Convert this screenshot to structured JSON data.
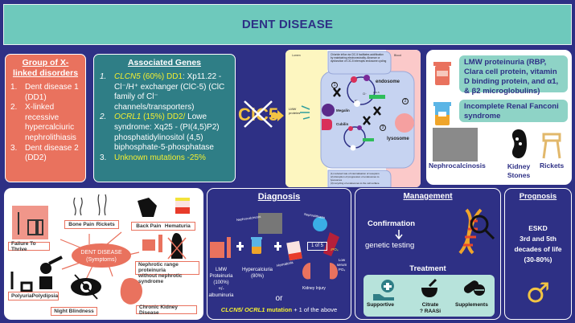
{
  "header": {
    "title": "DENT DISEASE"
  },
  "group_panel": {
    "title": "Group of X-linked disorders",
    "items": [
      {
        "num": "1.",
        "text": "Dent disease 1 (DD1)"
      },
      {
        "num": "2.",
        "text": "X-linked recessive hypercalciuric nephrolithiasis"
      },
      {
        "num": "3.",
        "text": "Dent disease 2 (DD2)"
      }
    ]
  },
  "genes_panel": {
    "title": "Associated Genes",
    "items": [
      {
        "num": "1.",
        "gene": "CLCN5",
        "highlight": " (60%) DD1",
        "text": ":  Xp11.22 - Cl⁻/H⁺ exchanger (ClC-5) (ClC family of Cl⁻ channels/transporters)"
      },
      {
        "num": "2.",
        "gene": "OCRL1",
        "highlight": " (15%) DD2/",
        "text": " Lowe syndrome: Xq25 - (PI(4,5)P2) phosphatidylinositol (4,5) biphosphate-5-phosphatase"
      },
      {
        "num": "3.",
        "gene": "",
        "highlight": "Unknown mutations -25%",
        "text": ""
      }
    ]
  },
  "clc5_label": "ClC5",
  "mechanism_diagram": {
    "lumen_label": "Lumen",
    "blood_label": "Blood",
    "top_note": "Chloride influx via ClC-5 facilitates acidification by maintaining electroneutrality. Absence or dysfunction of ClC-5 interrupts endosome cycling",
    "lmw_label": "LMW proteins",
    "megalin_label": "Megalin",
    "cubilin_label": "Cubilin",
    "endosome_label": "endosome",
    "lysosome_label": "lysosome",
    "clc5_small": "ClC-5",
    "cl_label": "Cl⁻",
    "h_label": "H⁺",
    "step_labels": [
      "1",
      "2",
      "3"
    ],
    "bottom_note": [
      "(1) reduced rate of internalisation of receptors",
      "(2) disruption of progression of endosomes to lysosomes",
      "(3) recycling of endosomes to the cell surface."
    ]
  },
  "features_panel": {
    "box1": "LMW proteinuria (RBP, Clara cell protein, vitamin D binding protein, and α1, & β2 microglobulins)",
    "box2": "Incomplete Renal Fanconi syndrome",
    "images": [
      "Nephrocalcinosis",
      "Kidney Stones",
      "Rickets"
    ]
  },
  "symptoms_panel": {
    "center": [
      "DENT DISEASE",
      "(Symptoms)"
    ],
    "failure": "Failure To Thrive",
    "bone_pain": "Bone Pain",
    "rickets": "Rickets",
    "back_pain": "Back Pain",
    "hematuria": "Hematuria",
    "nephrotic": [
      "Nephrotic range proteinuria",
      "without nephrotic syndrome"
    ],
    "polyuria": "Polyuria",
    "polydipsia": "Polydipsia",
    "night_blindness": "Night Blindness",
    "ckd": "Chronic Kidney Disease"
  },
  "diagnosis_panel": {
    "title": "Diagnosis",
    "lmw": [
      "LMW",
      "Proteinuria",
      "(100%)",
      "+/-",
      "albuminuria"
    ],
    "hypercalciuria": [
      "Hypercalciuria",
      "(80%)"
    ],
    "nephrocalcinosis": "Nephrocalcinosis",
    "nephrolithiasis": "Nephrolithiasis",
    "one_of": "1 of 5",
    "hematuria": "Hematuria",
    "low_po4": [
      "Low",
      "serum",
      "PO₄"
    ],
    "po4_tube": "↓PO₄",
    "kidney_injury": "Kidney Injury",
    "or": "or",
    "mutation_genes": "CLCN5/ OCRL1",
    "mutation_word": " mutation",
    "mutation_rest": " + 1 of the above"
  },
  "management_panel": {
    "title": "Management",
    "confirmation": "Confirmation",
    "genetic": "genetic testing",
    "treatment_title": "Treatment",
    "treatments": [
      {
        "label": "Supportive",
        "sub": ""
      },
      {
        "label": "Citrate",
        "sub": "? RAASi"
      },
      {
        "label": "Supplements",
        "sub": ""
      }
    ]
  },
  "prognosis_panel": {
    "title": "Prognosis",
    "lines": [
      "ESKD",
      "3rd and 5th",
      "decades of life",
      "(30-80%)"
    ],
    "symbol": "♂"
  },
  "colors": {
    "background": "#2e3085",
    "header": "#6ec9bc",
    "orange": "#e9725e",
    "teal": "#2f7e86",
    "yellow": "#f3ef31",
    "gold": "#f2c443",
    "mint": "#8ed3c6"
  }
}
